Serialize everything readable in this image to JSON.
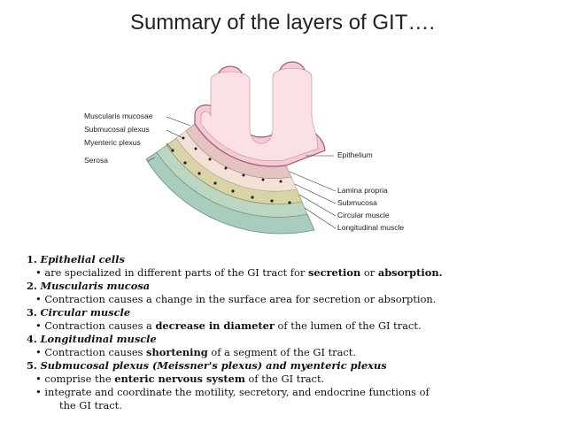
{
  "title": "Summary of the layers of GIT….",
  "diagram": {
    "left_labels": [
      "Muscularis mucosae",
      "Submucosal plexus",
      "Myenteric plexus",
      "Serosa"
    ],
    "right_labels": [
      "Epithelium",
      "Lamina propria",
      "Submucosa",
      "Circular muscle",
      "Longitudinal muscle"
    ],
    "colors": {
      "epithelium": "#f6c9d4",
      "villus_core": "#fbe0e6",
      "lamina_propria": "#e7c2c3",
      "submucosa": "#f3e1d6",
      "circular_muscle": "#d9d3a8",
      "longitudinal_muscle": "#bcd7c1",
      "serosa": "#a9cdbd"
    }
  },
  "items": [
    {
      "num": "1.",
      "heading": "Epithelial cells",
      "bullets": [
        [
          {
            "t": "• are specialized in different parts of the GI tract for ",
            "b": false
          },
          {
            "t": "secretion",
            "b": true
          },
          {
            "t": " or ",
            "b": false
          },
          {
            "t": "absorption.",
            "b": true
          }
        ]
      ]
    },
    {
      "num": "2.",
      "heading": "Muscularis mucosa",
      "bullets": [
        [
          {
            "t": "• Contraction causes a change in the surface area for secretion or absorption.",
            "b": false
          }
        ]
      ]
    },
    {
      "num": "3.",
      "heading": "Circular muscle",
      "bullets": [
        [
          {
            "t": "• Contraction causes a ",
            "b": false
          },
          {
            "t": "decrease in diameter",
            "b": true
          },
          {
            "t": " of the lumen of the GI tract.",
            "b": false
          }
        ]
      ]
    },
    {
      "num": "4.",
      "heading": "Longitudinal muscle",
      "bullets": [
        [
          {
            "t": "• Contraction causes ",
            "b": false
          },
          {
            "t": "shortening",
            "b": true
          },
          {
            "t": " of a segment of the GI tract.",
            "b": false
          }
        ]
      ]
    },
    {
      "num": "5.",
      "heading": "Submucosal plexus (Meissner's plexus) and myenteric plexus",
      "bullets": [
        [
          {
            "t": "• comprise the ",
            "b": false
          },
          {
            "t": "enteric nervous system",
            "b": true
          },
          {
            "t": " of the GI tract.",
            "b": false
          }
        ],
        [
          {
            "t": "• integrate and coordinate the motility, secretory, and endocrine functions of",
            "b": false
          }
        ],
        [
          {
            "t": "the GI tract.",
            "b": false
          }
        ]
      ]
    }
  ]
}
